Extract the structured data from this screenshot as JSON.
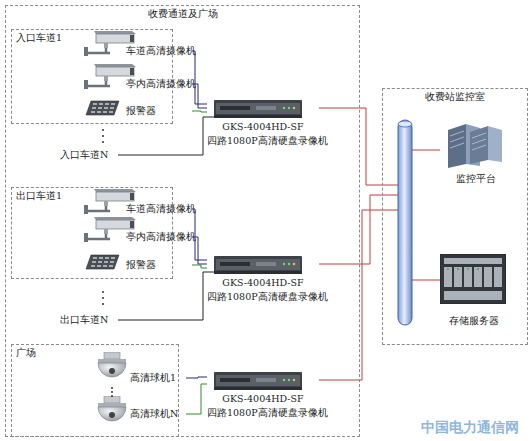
{
  "diagram": {
    "nodes": [
      {
        "text": [
          "收费通道及广场"
        ]
      },
      {
        "text": [
          "入口车道1"
        ],
        "in": 0
      },
      {
        "text": [
          "车道高清摄像机"
        ],
        "in": 1
      },
      {
        "text": [
          "亭内高清摄像机"
        ],
        "in": 1
      },
      {
        "text": [
          "报警器"
        ],
        "in": 1
      },
      {
        "text": [
          "GKS-4004HD-SF",
          "四路1080P高清硬盘录像机"
        ],
        "in": 0
      },
      {
        "text": [
          "出口车道1"
        ],
        "in": 0
      },
      {
        "text": [
          "车道高清摄像机"
        ],
        "in": 6
      },
      {
        "text": [
          "亭内高清摄像机"
        ],
        "in": 6
      },
      {
        "text": [
          "报警器"
        ],
        "in": 6
      },
      {
        "text": [
          "GKS-4004HD-SF",
          "四路1080P高清硬盘录像机"
        ],
        "in": 0
      },
      {
        "text": [
          "广场"
        ],
        "in": 0
      },
      {
        "text": [
          "高清球机1"
        ],
        "in": 11
      },
      {
        "text": [
          "高清球机N"
        ],
        "in": 11
      },
      {
        "text": [
          "GKS-4004HD-SF",
          "四路1080P高清硬盘录像机"
        ],
        "in": 0
      },
      {
        "text": [
          "收费站监控室"
        ]
      },
      {
        "text": [
          "监控平台"
        ],
        "in": 15
      },
      {
        "text": [
          "存储服务器"
        ],
        "in": 15
      }
    ],
    "edges": [
      {
        "from": 2,
        "to": 5,
        "arrow": "none"
      },
      {
        "from": 3,
        "to": 5,
        "arrow": "none"
      },
      {
        "from": 4,
        "to": 5,
        "arrow": "none"
      },
      {
        "from": 5,
        "to": 15,
        "arrow": "none"
      },
      {
        "from": 7,
        "to": 10,
        "arrow": "none"
      },
      {
        "from": 8,
        "to": 10,
        "arrow": "none"
      },
      {
        "from": 9,
        "to": 10,
        "arrow": "none"
      },
      {
        "from": 10,
        "to": 15,
        "arrow": "none"
      },
      {
        "from": 12,
        "to": 14,
        "arrow": "none"
      },
      {
        "from": 13,
        "to": 14,
        "arrow": "none"
      },
      {
        "from": 14,
        "to": 15,
        "arrow": "none"
      }
    ],
    "labels": [
      "入口车道N",
      "出口车道N",
      "中国电力通信网"
    ]
  }
}
